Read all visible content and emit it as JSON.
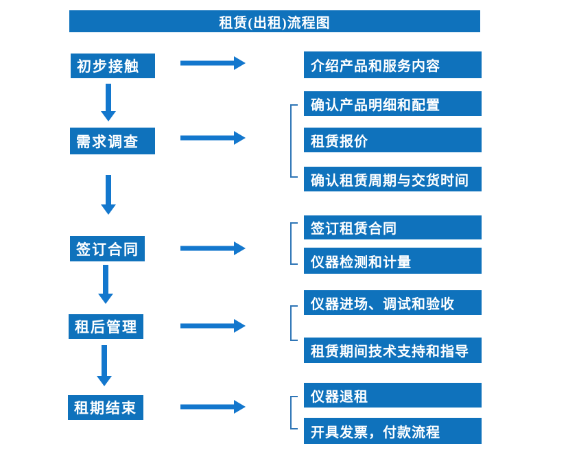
{
  "title": "租赁(出租)流程图",
  "colors": {
    "primary_blue": "#0f72bc",
    "arrow_blue": "#1377cd",
    "bracket_blue": "#2e75b6",
    "text_white": "#ffffff"
  },
  "flow": {
    "groups": [
      {
        "step": "初步接触",
        "details": [
          "介绍产品和服务内容"
        ]
      },
      {
        "step": "需求调查",
        "details": [
          "确认产品明细和配置",
          "租赁报价",
          "确认租赁周期与交货时间"
        ]
      },
      {
        "step": "签订合同",
        "details": [
          "签订租赁合同",
          "仪器检测和计量"
        ]
      },
      {
        "step": "租后管理",
        "details": [
          "仪器进场、调试和验收",
          "租赁期间技术支持和指导"
        ]
      },
      {
        "step": "租期结束",
        "details": [
          "仪器退租",
          "开具发票，付款流程"
        ]
      }
    ]
  }
}
